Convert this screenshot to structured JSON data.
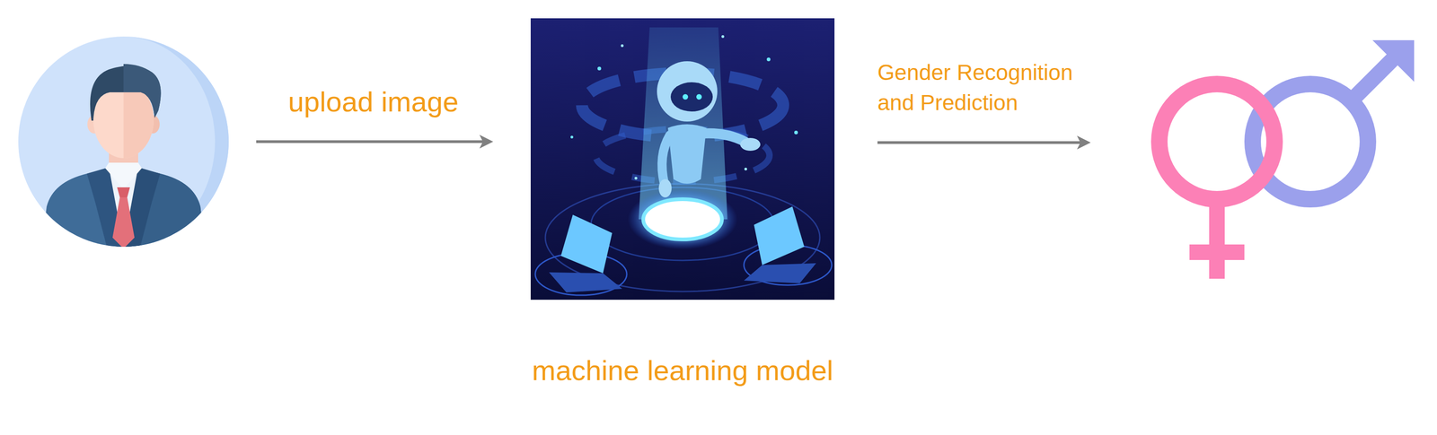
{
  "diagram": {
    "nodes": [
      {
        "text": []
      },
      {
        "text": [
          "machine learning model"
        ]
      },
      {
        "text": []
      }
    ],
    "edges": [
      {
        "from": 0,
        "to": 1,
        "arrow": "to",
        "label": "upload image"
      },
      {
        "from": 1,
        "to": 2,
        "arrow": "to",
        "label": "Gender Recognition and Prediction"
      }
    ]
  }
}
